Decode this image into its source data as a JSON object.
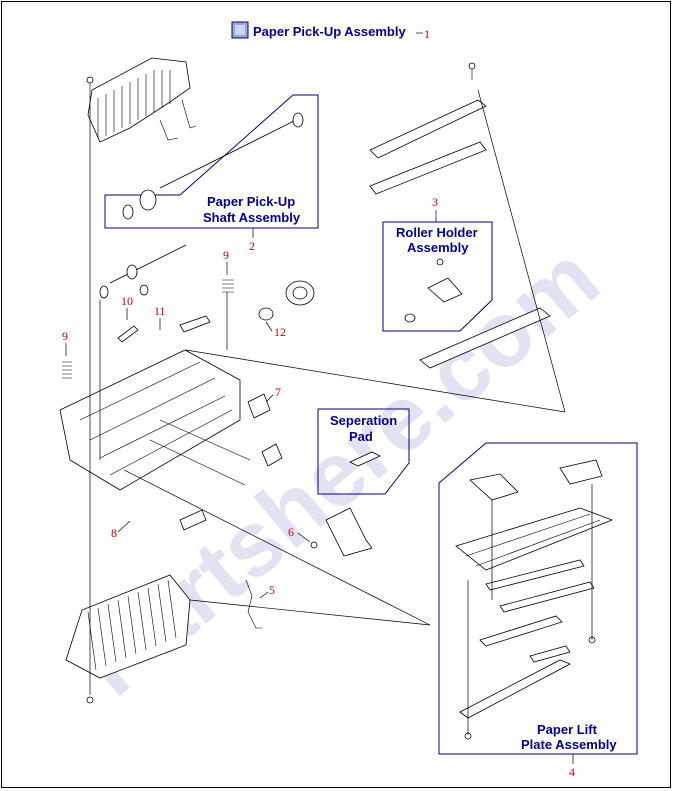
{
  "title": "Paper Pick-Up Assembly",
  "title_number": "1",
  "watermark": "Partshere.com",
  "groups": {
    "shaft": {
      "line1": "Paper Pick-Up",
      "line2": "Shaft Assembly",
      "number": "2"
    },
    "roller": {
      "line1": "Roller Holder",
      "line2": "Assembly",
      "number": "3"
    },
    "separation": {
      "line1": "Seperation",
      "line2": "Pad"
    },
    "lift": {
      "line1": "Paper Lift",
      "line2": "Plate Assembly",
      "number": "4"
    }
  },
  "callouts": {
    "n5": "5",
    "n6": "6",
    "n7": "7",
    "n8": "8",
    "n9a": "9",
    "n9b": "9",
    "n10": "10",
    "n11": "11",
    "n12": "12"
  },
  "colors": {
    "label": "#00008b",
    "callout": "#cc0000",
    "watermark": "#c9cce8"
  }
}
